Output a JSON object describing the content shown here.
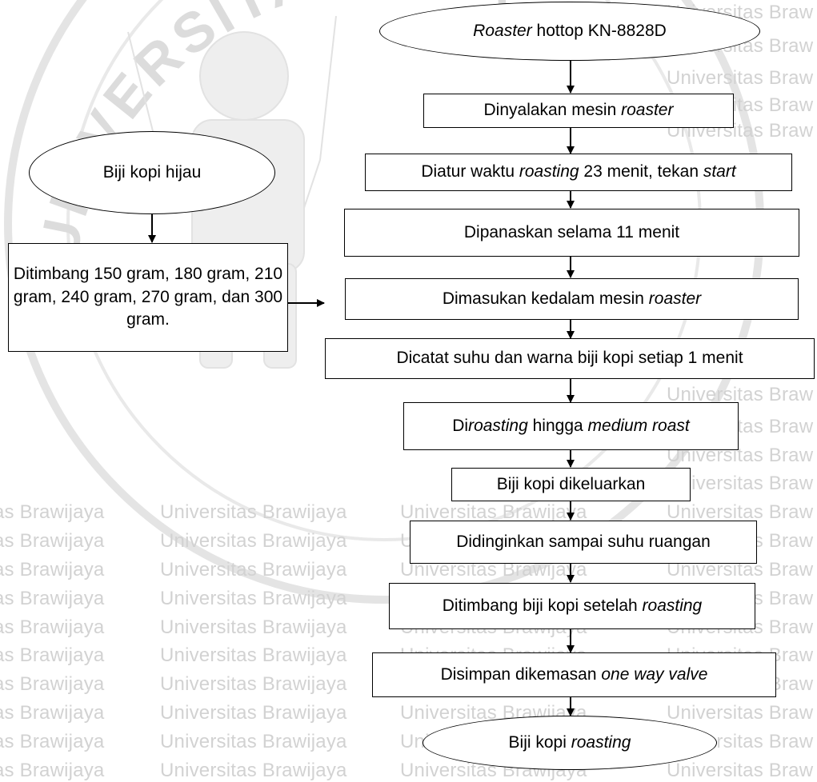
{
  "watermark": {
    "text_left": "as Brawijaya",
    "text_mid": "Universitas Brawijaya",
    "text_right": "Universitas Braw",
    "seal_text": "UNIVERSITAS BRAWIJAYA"
  },
  "flowchart": {
    "start_left": "Biji kopi hijau",
    "left_process": "Ditimbang 150 gram, 180 gram, 210 gram, 240 gram, 270 gram, dan 300 gram.",
    "start_top": {
      "italic": "Roaster",
      "rest": " hottop KN-8828D"
    },
    "steps": [
      {
        "parts": [
          {
            "t": "Dinyalakan mesin "
          },
          {
            "t": "roaster",
            "i": true
          }
        ]
      },
      {
        "parts": [
          {
            "t": "Diatur waktu "
          },
          {
            "t": "roasting",
            "i": true
          },
          {
            "t": " 23 menit, tekan "
          },
          {
            "t": "start",
            "i": true
          }
        ]
      },
      {
        "parts": [
          {
            "t": "Dipanaskan selama 11 menit"
          }
        ]
      },
      {
        "parts": [
          {
            "t": "Dimasukan kedalam mesin "
          },
          {
            "t": "roaster",
            "i": true
          }
        ]
      },
      {
        "parts": [
          {
            "t": "Dicatat suhu dan warna biji kopi setiap 1 menit"
          }
        ]
      },
      {
        "parts": [
          {
            "t": "Di"
          },
          {
            "t": "roasting",
            "i": true
          },
          {
            "t": " hingga "
          },
          {
            "t": "medium roast",
            "i": true
          }
        ]
      },
      {
        "parts": [
          {
            "t": "Biji kopi dikeluarkan"
          }
        ]
      },
      {
        "parts": [
          {
            "t": "Didinginkan sampai suhu ruangan"
          }
        ]
      },
      {
        "parts": [
          {
            "t": "Ditimbang biji kopi setelah "
          },
          {
            "t": "roasting",
            "i": true
          }
        ]
      },
      {
        "parts": [
          {
            "t": "Disimpan dikemasan "
          },
          {
            "t": "one way valve",
            "i": true
          }
        ]
      }
    ],
    "end": {
      "rest": "Biji kopi ",
      "italic": "roasting"
    }
  }
}
